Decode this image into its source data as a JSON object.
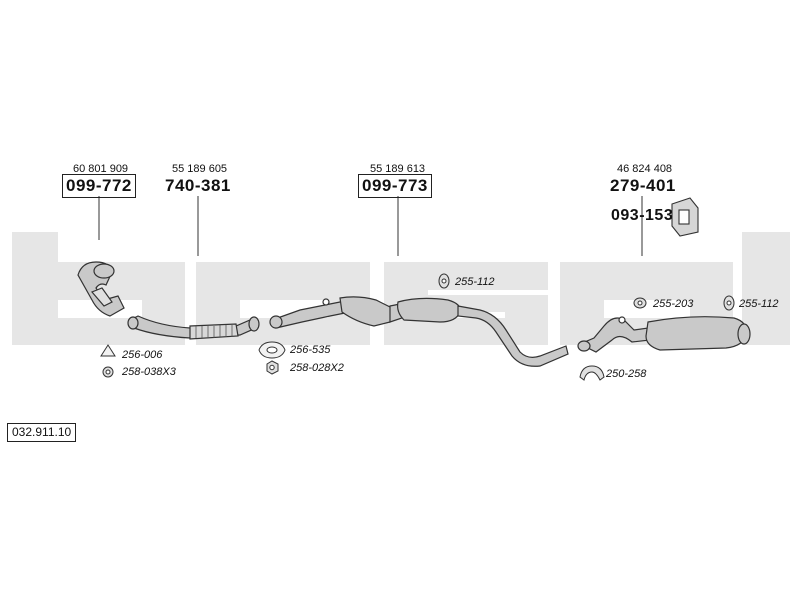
{
  "diagram_code": "032.911.10",
  "brand_watermark": "bosal",
  "colors": {
    "watermark": "#e6e6e6",
    "part": "#c9c9c9",
    "stroke": "#333333",
    "text": "#111111"
  },
  "parts": [
    {
      "ref": "60 801 909",
      "number": "099-772",
      "boxed": true
    },
    {
      "ref": "55 189 605",
      "number": "740-381",
      "boxed": false
    },
    {
      "ref": "55 189 613",
      "number": "099-773",
      "boxed": true
    },
    {
      "ref": "46 824 408",
      "number": "279-401",
      "boxed": false
    }
  ],
  "extra_part": {
    "number": "093-153",
    "icon": "mounting-bracket-icon"
  },
  "accessories": [
    {
      "code": "256-006",
      "icon": "triangle-gasket-icon"
    },
    {
      "code": "258-038X3",
      "icon": "nut-icon"
    },
    {
      "code": "256-535",
      "icon": "flange-gasket-icon"
    },
    {
      "code": "258-028X2",
      "icon": "hex-nut-icon"
    },
    {
      "code": "255-112",
      "icon": "rubber-hanger-icon"
    },
    {
      "code": "255-203",
      "icon": "rubber-hanger-icon"
    },
    {
      "code": "255-112",
      "icon": "rubber-hanger-icon"
    },
    {
      "code": "250-258",
      "icon": "clamp-icon"
    }
  ]
}
